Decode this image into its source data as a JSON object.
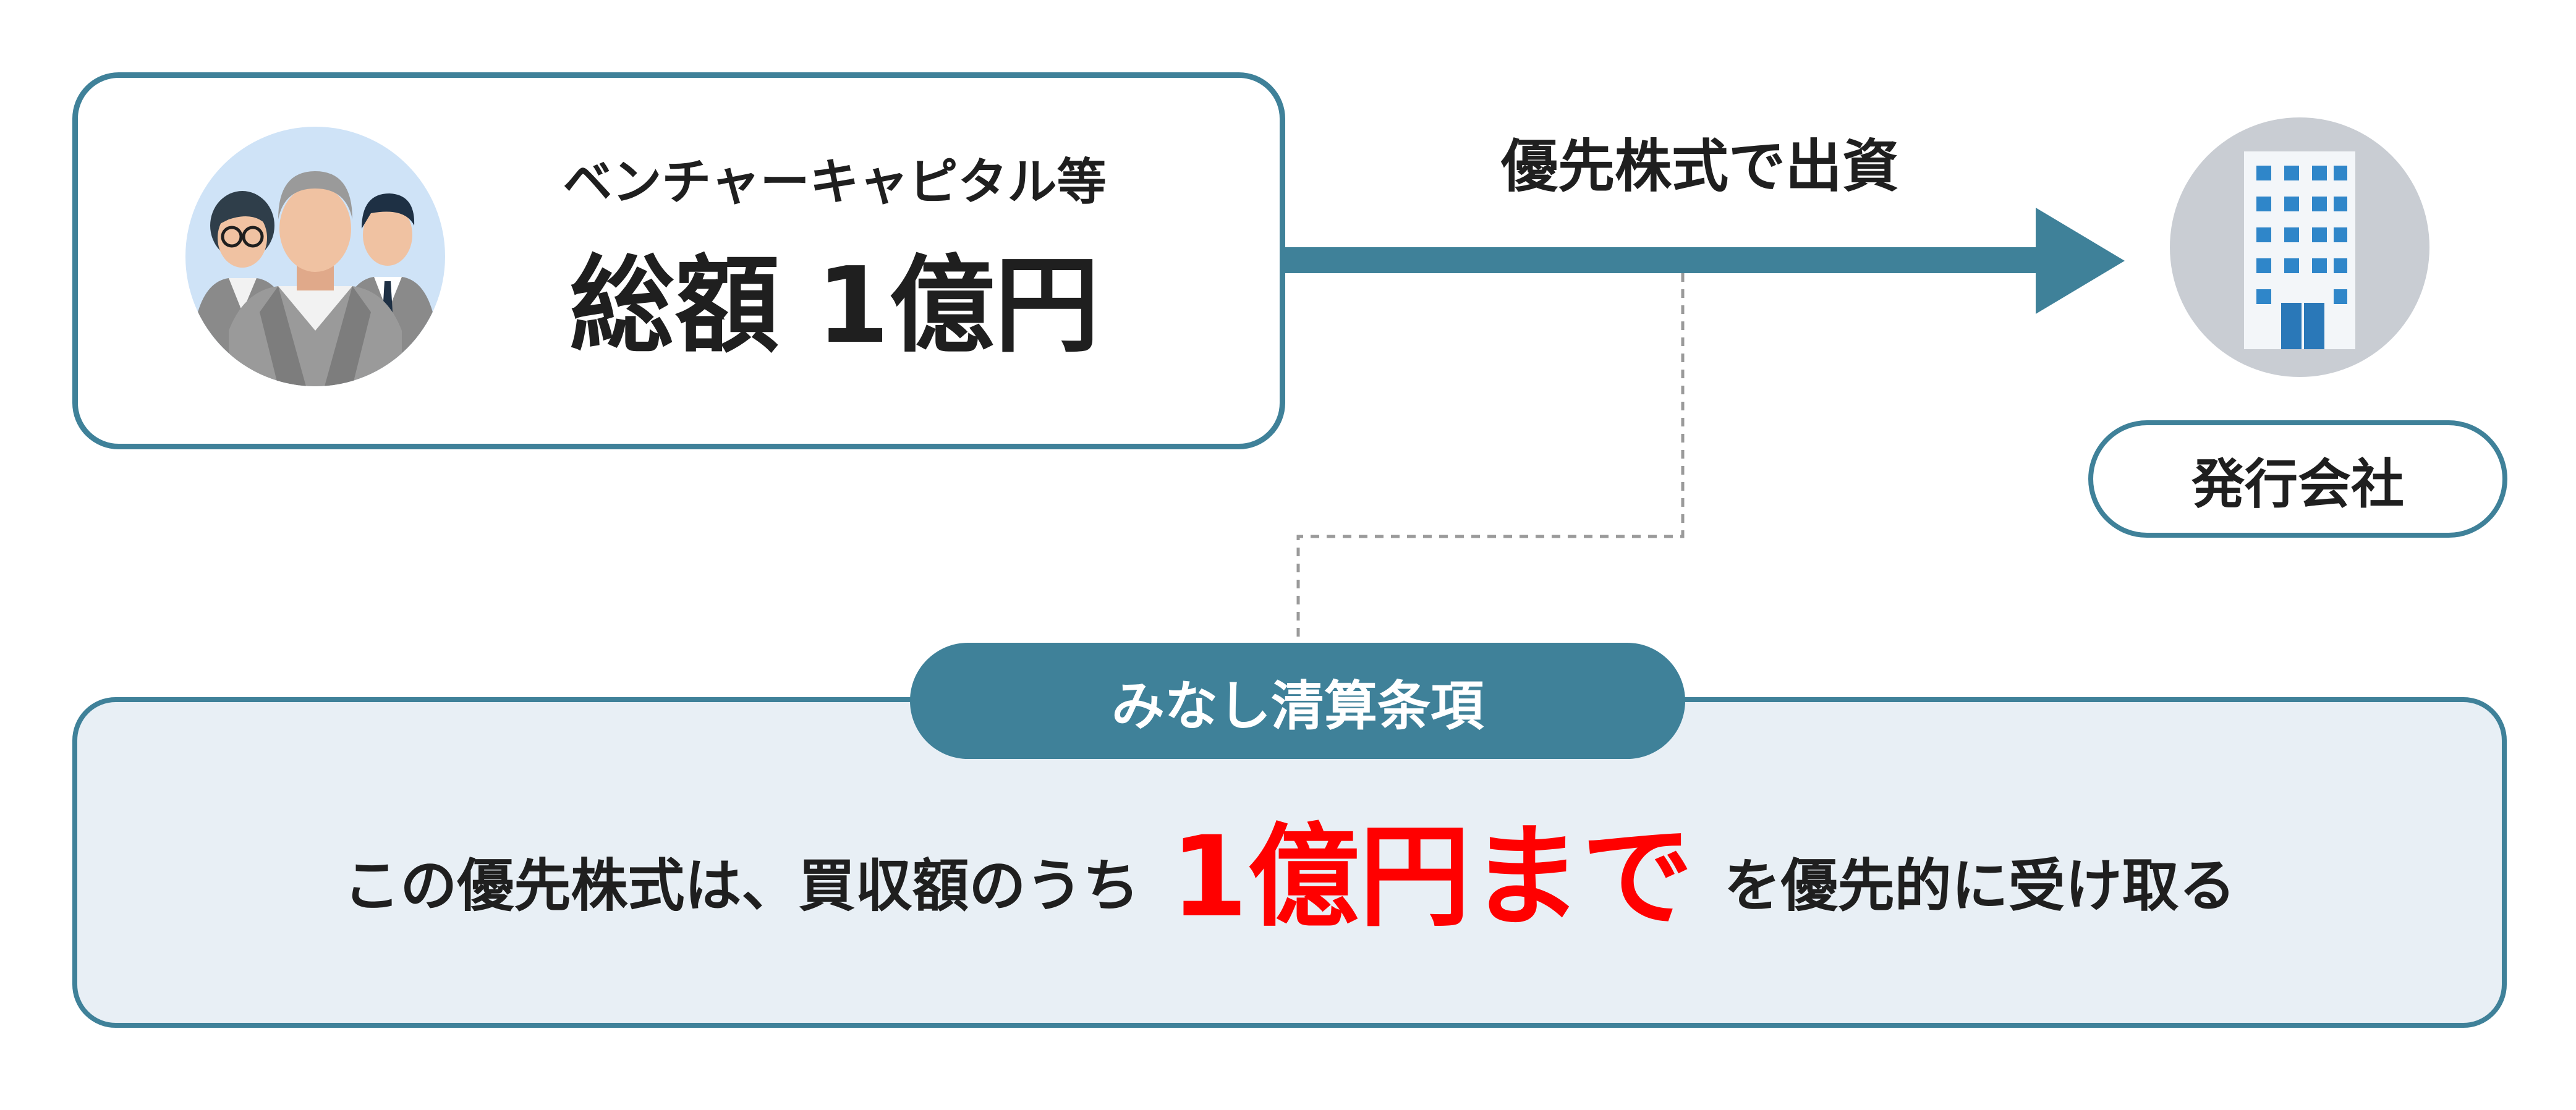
{
  "investor": {
    "label": "ベンチャーキャピタル等",
    "amount": "総額 1億円"
  },
  "investment": {
    "label": "優先株式で出資"
  },
  "company": {
    "label": "発行会社"
  },
  "clause": {
    "title": "みなし清算条項",
    "text_before": "この優先株式は、買収額のうち",
    "highlight": "1億円まで",
    "text_after": "を優先的に受け取る"
  },
  "colors": {
    "accent": "#3f8199",
    "highlight": "#ff0000",
    "clause_background": "#e8eff5"
  },
  "icons": {
    "investor": "investor-group-icon",
    "company": "office-building-icon"
  }
}
